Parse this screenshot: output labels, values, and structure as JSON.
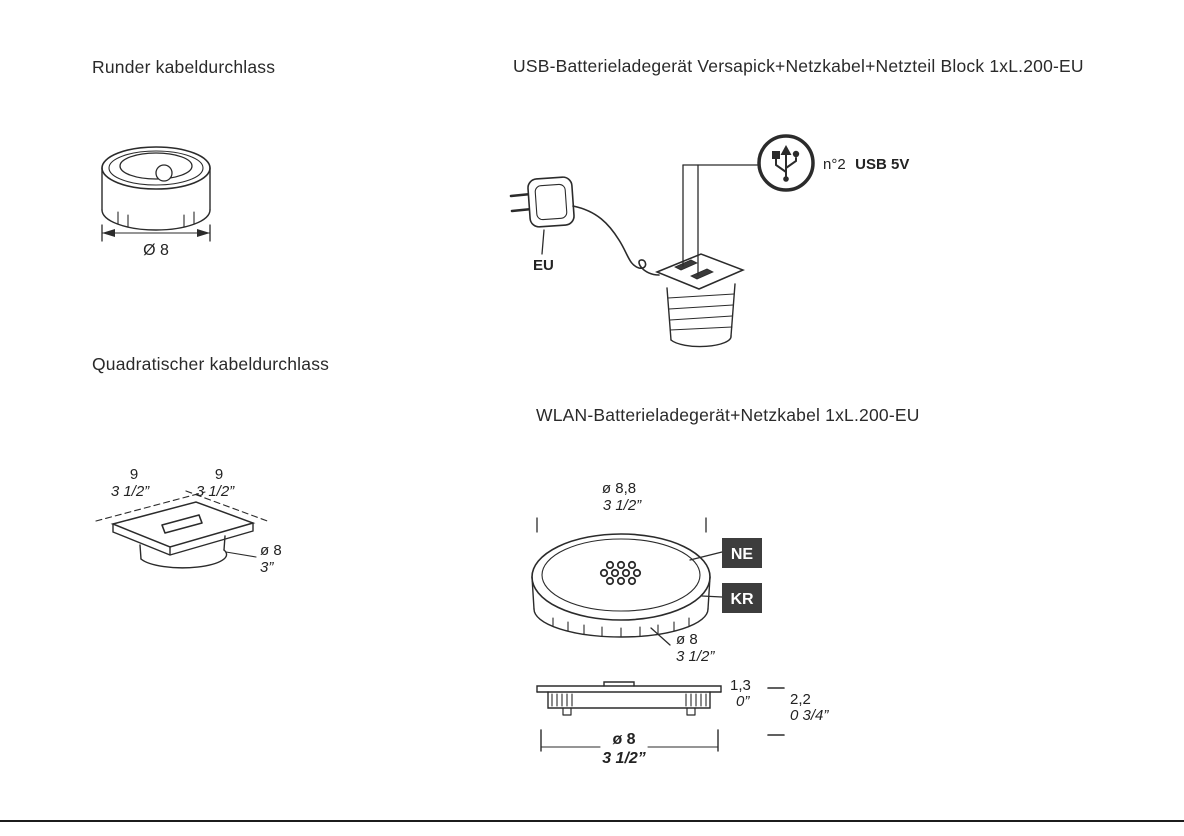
{
  "colors": {
    "line": "#2b2b2b",
    "badge_bg": "#3d3d3d",
    "badge_text": "#ffffff",
    "rule": "#1c1c1c"
  },
  "round_grommet": {
    "title": "Runder kabeldurchlass",
    "dim_diameter": "Ø 8"
  },
  "usb_charger": {
    "title": "USB-Batterieladegerät Versapick+Netzkabel+Netzteil Block 1xL.200-EU",
    "plug_label": "EU",
    "ports_label_prefix": "n°2",
    "ports_label_bold": "USB 5V"
  },
  "square_grommet": {
    "title": "Quadratischer kabeldurchlass",
    "dim_side1_cm": "9",
    "dim_side1_in": "3 1/2”",
    "dim_side2_cm": "9",
    "dim_side2_in": "3 1/2”",
    "dim_hole_cm": "ø 8",
    "dim_hole_in": "3”"
  },
  "wlan_charger": {
    "title": "WLAN-Batterieladegerät+Netzkabel 1xL.200-EU",
    "dim_outer_cm": "ø 8,8",
    "dim_outer_in": "3 1/2”",
    "badge_ne": "NE",
    "badge_kr": "KR",
    "dim_body_cm": "ø 8",
    "dim_body_in": "3 1/2”",
    "dim_height1_cm": "1,3",
    "dim_height1_in": "0”",
    "dim_height2_cm": "2,2",
    "dim_height2_in": "0 3/4”",
    "dim_bottom_cm": "ø 8",
    "dim_bottom_in": "3 1/2”"
  }
}
